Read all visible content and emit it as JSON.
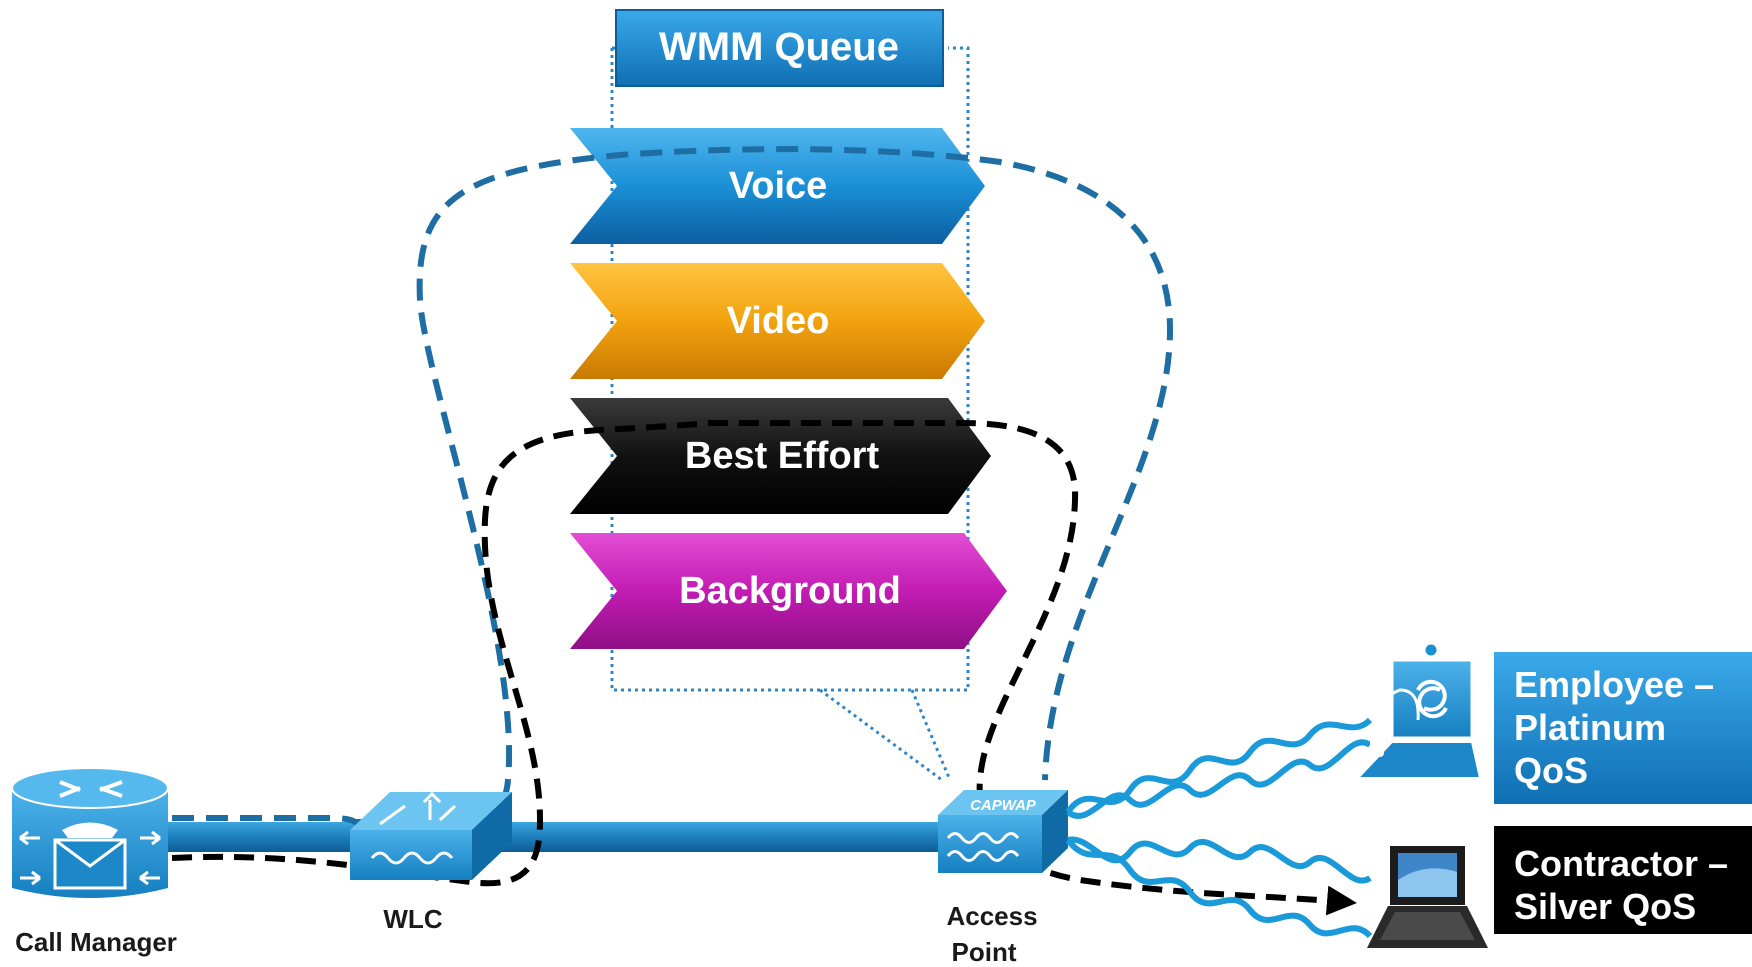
{
  "diagram": {
    "queue_title": "WMM Queue",
    "queues": [
      {
        "label": "Voice",
        "color": "#1b8fd6"
      },
      {
        "label": "Video",
        "color": "#f2a20e"
      },
      {
        "label": "Best Effort",
        "color": "#111111"
      },
      {
        "label": "Background",
        "color": "#c21cb3"
      }
    ],
    "devices": {
      "call_manager": "Call Manager",
      "wlc": "WLC",
      "access_point_line1": "Access",
      "access_point_line2": "Point",
      "capwap_tag": "CAPWAP"
    },
    "clients": {
      "employee": {
        "line1": "Employee –",
        "line2": "Platinum",
        "line3": "QoS"
      },
      "contractor": {
        "line1": "Contractor –",
        "line2": "Silver QoS"
      }
    },
    "colors": {
      "cisco_blue": "#1a8fd1",
      "voice_path": "#1f6ea3",
      "best_effort_path": "#000000",
      "employee_box": "#1a8fd1",
      "contractor_box": "#000000"
    }
  }
}
